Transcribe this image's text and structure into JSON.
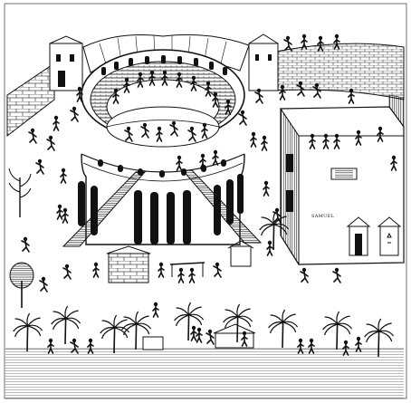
{
  "image": {
    "kind": "engraving",
    "subject": "amphitheater",
    "ink_color": "#111111",
    "paper_color": "#ffffff"
  },
  "labels": {
    "building_sign": "SAMUEL"
  }
}
